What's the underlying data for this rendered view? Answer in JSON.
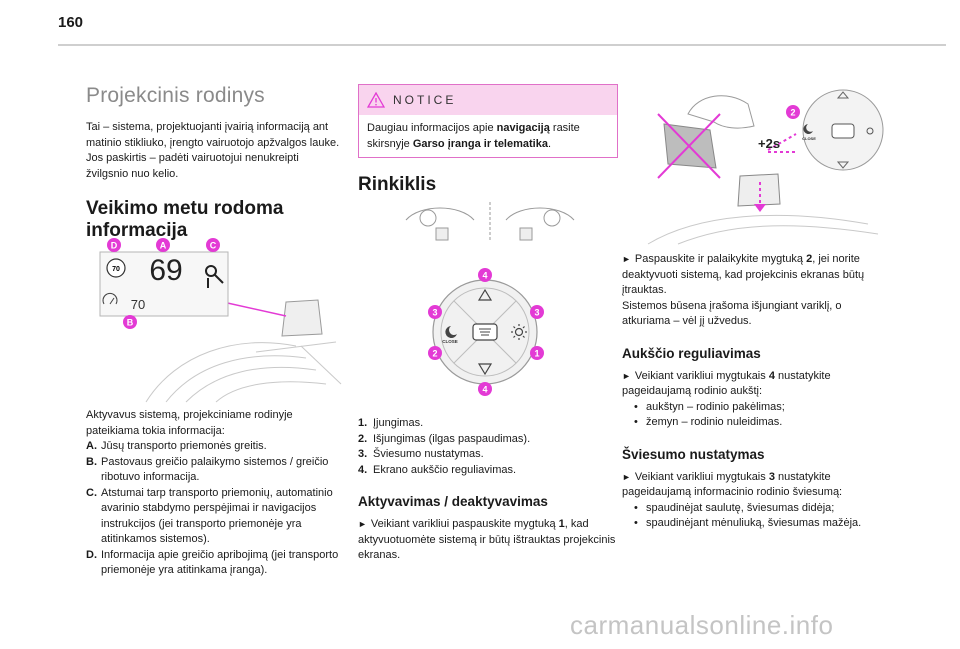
{
  "page_number": "160",
  "colors": {
    "accent": "#e33ad5",
    "notice_bg": "#f9d4ee"
  },
  "col1": {
    "title": "Projekcinis rodinys",
    "intro": "Tai – sistema, projektuojanti įvairią informaciją ant matinio stikliuko, įrengto vairuotojo apžvalgos lauke. Jos paskirtis – padėti vairuotojui nenukreipti žvilgsnio nuo kelio.",
    "section_title": "Veikimo metu rodoma informacija",
    "hud": {
      "speed": "69",
      "limit_sign": "70",
      "cruise_value": "70",
      "callouts": [
        "D",
        "A",
        "C",
        "B"
      ]
    },
    "active_intro": "Aktyvavus sistemą, projekciniame rodinyje pateikiama tokia informacija:",
    "list": [
      {
        "key": "A.",
        "text": "Jūsų transporto priemonės greitis."
      },
      {
        "key": "B.",
        "text": "Pastovaus greičio palaikymo sistemos / greičio ribotuvo informacija."
      },
      {
        "key": "C.",
        "text": "Atstumai tarp transporto priemonių, automatinio avarinio stabdymo perspėjimai ir navigacijos instrukcijos (jei transporto priemonėje yra atitinkamos sistemos)."
      },
      {
        "key": "D.",
        "text": "Informacija apie greičio apribojimą (jei transporto priemonėje yra atitinkama įranga)."
      }
    ]
  },
  "col2": {
    "notice_title": "NOTICE",
    "notice_text_pre": "Daugiau informacijos apie ",
    "notice_bold1": "navigaciją",
    "notice_text_mid": " rasite skirsnyje ",
    "notice_bold2": "Garso įranga ir telematika",
    "notice_text_post": ".",
    "section_title": "Rinkiklis",
    "control_labels": {
      "close": "CLOSE",
      "callouts": [
        "4",
        "3",
        "3",
        "2",
        "1",
        "4"
      ]
    },
    "list": [
      {
        "key": "1.",
        "text": "Įjungimas."
      },
      {
        "key": "2.",
        "text": "Išjungimas (ilgas paspaudimas)."
      },
      {
        "key": "3.",
        "text": "Šviesumo nustatymas."
      },
      {
        "key": "4.",
        "text": "Ekrano aukščio reguliavimas."
      }
    ],
    "sub_title": "Aktyvavimas / deaktyvavimas",
    "activation_pre": "Veikiant varikliui paspauskite mygtuką ",
    "activation_bold": "1",
    "activation_post": ", kad aktyvuotuomėte sistemą ir būtų ištrauktas projekcinis ekranas."
  },
  "col3": {
    "press_label": "+2s",
    "callout": "2",
    "close_label": "CLOSE",
    "deact_pre": "Paspauskite ir palaikykite mygtuką ",
    "deact_bold": "2",
    "deact_post": ", jei norite deaktyvuoti sistemą, kad projekcinis ekranas būtų įtrauktas.",
    "deact_note": "Sistemos būsena įrašoma išjungiant variklį, o atkuriama – vėl jį užvedus.",
    "height_title": "Aukščio reguliavimas",
    "height_pre": "Veikiant varikliui mygtukais ",
    "height_bold": "4",
    "height_post": " nustatykite pageidaujamą rodinio aukštį:",
    "height_bullets": [
      "aukštyn – rodinio pakėlimas;",
      "žemyn – rodinio nuleidimas."
    ],
    "bright_title": "Šviesumo nustatymas",
    "bright_pre": "Veikiant varikliui mygtukais ",
    "bright_bold": "3",
    "bright_post": " nustatykite pageidaujamą informacinio rodinio šviesumą:",
    "bright_bullets": [
      "spaudinėjat saulutę, šviesumas didėja;",
      "spaudinėjant mėnuliuką, šviesumas mažėja."
    ]
  },
  "watermark": "carmanualsonline.info"
}
